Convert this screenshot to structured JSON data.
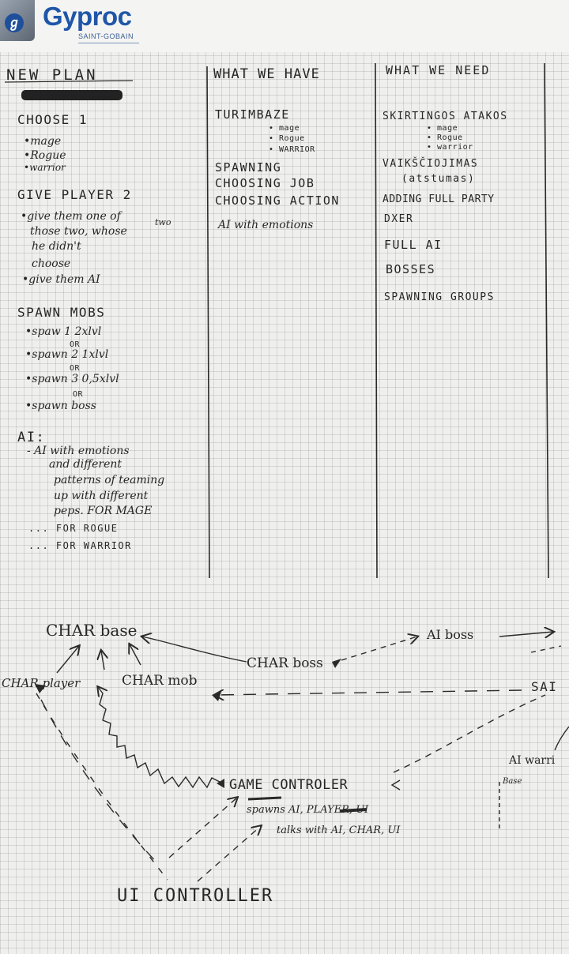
{
  "brand": {
    "name": "Gyproc",
    "tagline": "SAINT-GOBAIN"
  },
  "columns": {
    "new_plan": {
      "heading": "NEW PLAN",
      "choose": {
        "title": "CHOOSE 1",
        "items": [
          "•mage",
          "•Rogue",
          "•warrior"
        ]
      },
      "give_player": {
        "title": "GIVE PLAYER 2",
        "lines": [
          "•give them one of",
          "those two, whose",
          "he didn't",
          "choose",
          "•give them AI"
        ],
        "aside": "two"
      },
      "spawn": {
        "title": "SPAWN MOBS",
        "items": [
          "•spaw 1  2xlvl",
          "•spawn 2  1xlvl",
          "•spawn 3  0,5xlvl",
          "•spawn boss"
        ],
        "or_label": "OR"
      },
      "ai": {
        "title": "AI:",
        "lines": [
          "- AI with emotions",
          "and different",
          "patterns of teaming",
          "up with different",
          "peps. FOR MAGE",
          "... FOR ROGUE",
          "... FOR WARRIOR"
        ]
      }
    },
    "have": {
      "heading": "WHAT WE HAVE",
      "items": [
        "TURIMBAZE",
        "SPAWNING",
        "CHOOSING JOB",
        "CHOOSING ACTION",
        "AI with emotions"
      ],
      "classes": [
        "• mage",
        "• Rogue",
        "• WARRIOR"
      ]
    },
    "need": {
      "heading": "WHAT WE NEED",
      "items": [
        "SKIRTINGOS ATAKOS",
        "VAIKŠČIOJIMAS",
        "(atstumas)",
        "ADDING FULL PARTY",
        "DXER",
        "FULL AI",
        "BOSSES",
        "SPAWNING GROUPS"
      ],
      "classes": [
        "• mage",
        "• Rogue",
        "• warrior"
      ]
    }
  },
  "diagram": {
    "char_base": "CHAR base",
    "char_player": "CHAR player",
    "char_mob": "CHAR mob",
    "char_boss": "CHAR boss",
    "ai_boss": "AI boss",
    "spawner": "SAI",
    "ai_warrior": "AI warri",
    "ai_warrior_sub": "Base",
    "game_controller": "GAME CONTROLER",
    "spawns_note": "spawns AI, PLAYER, UI",
    "talks_note": "talks with AI, CHAR, UI",
    "ui_controller": "UI CONTROLLER"
  }
}
